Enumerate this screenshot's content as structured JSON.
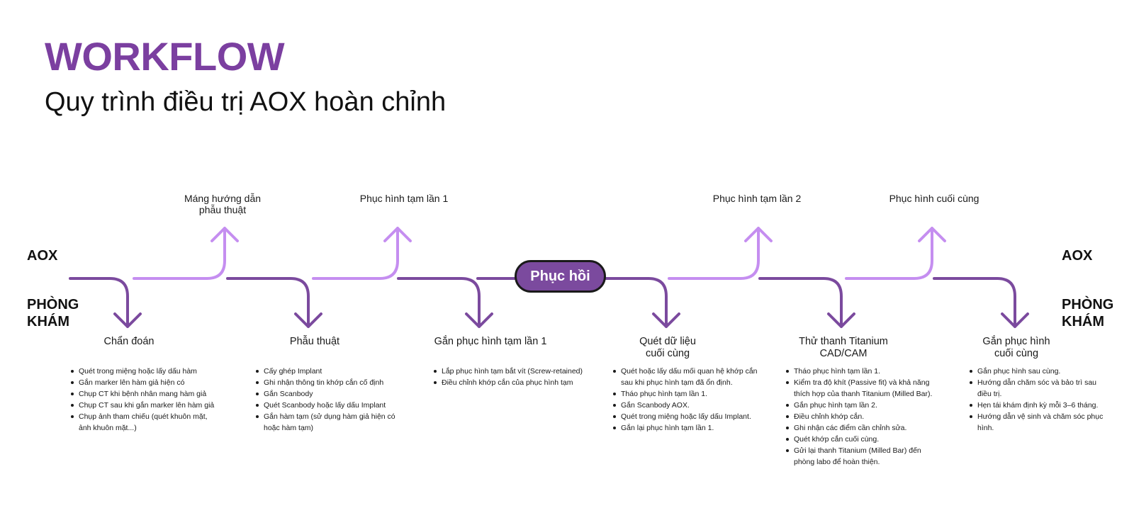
{
  "header": {
    "title": "WORKFLOW",
    "subtitle": "Quy trình điều trị AOX hoàn chỉnh"
  },
  "sides": {
    "top_left": "AOX",
    "bottom_left": "PHÒNG KHÁM",
    "top_right": "AOX",
    "bottom_right": "PHÒNG KHÁM"
  },
  "center_label": "Phục hồi",
  "colors": {
    "title": "#7b3fa0",
    "clinic_path": "#7b4a9e",
    "lab_path": "#c58ef0",
    "pill_fill": "#7b4a9e"
  },
  "aox_steps": [
    "Máng hướng dẫn phẫu thuật",
    "Phục hình tạm lần 1",
    "Phục hình tạm lần 2",
    "Phục hình cuối cùng"
  ],
  "clinic_steps": [
    {
      "title": "Chẩn đoán",
      "items": [
        "Quét trong miệng hoặc lấy dấu hàm",
        "Gắn marker lên hàm giả hiện có",
        "Chụp CT khi bệnh nhân mang hàm giả",
        "Chụp CT sau khi gắn marker lên hàm giả",
        "Chụp ảnh tham chiếu (quét khuôn mặt, ảnh khuôn mặt...)"
      ]
    },
    {
      "title": "Phẫu thuật",
      "items": [
        "Cấy ghép Implant",
        "Ghi nhận thông tin khớp cắn cố định",
        "Gắn Scanbody",
        "Quét Scanbody hoặc lấy dấu Implant",
        "Gắn hàm tạm (sử dụng hàm giả hiện có hoặc hàm tạm)"
      ]
    },
    {
      "title": "Gắn phục hình tạm lần 1",
      "items": [
        "Lắp phục hình tạm bắt vít (Screw-retained)",
        "Điều chỉnh khớp cắn của phục hình tạm"
      ]
    },
    {
      "title": "Quét dữ liệu cuối cùng",
      "items": [
        "Quét hoặc lấy dấu mối quan hệ khớp cắn sau khi phục hình tạm đã ổn định.",
        "Tháo phục hình tạm lần 1.",
        "Gắn Scanbody AOX.",
        "Quét trong miệng hoặc lấy dấu Implant.",
        "Gắn lại phục hình tạm lần 1."
      ]
    },
    {
      "title": "Thử thanh Titanium CAD/CAM",
      "items": [
        "Tháo phục hình tạm lần 1.",
        "Kiểm tra độ khít (Passive fit) và khả năng thích hợp của thanh Titanium (Milled Bar).",
        "Gắn phục hình tạm lần 2.",
        "Điều chỉnh khớp cắn.",
        "Ghi nhận các điểm cần chỉnh sửa.",
        "Quét khớp cắn cuối cùng.",
        "Gửi lại thanh Titanium (Milled Bar) đến phòng labo để hoàn thiện."
      ]
    },
    {
      "title": "Gắn phục hình cuối cùng",
      "items": [
        "Gắn phục hình sau cùng.",
        "Hướng dẫn chăm sóc và bảo trì sau điều trị.",
        "Hẹn tái khám định kỳ mỗi 3–6 tháng.",
        "Hướng dẫn vệ sinh và chăm sóc phục hình."
      ]
    }
  ]
}
